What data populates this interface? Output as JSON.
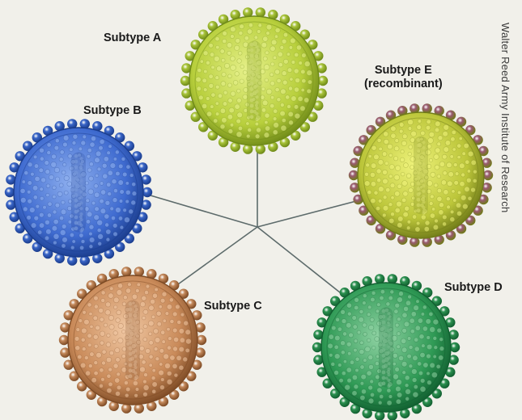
{
  "labels": {
    "subtype_a": "Subtype A",
    "subtype_b": "Subtype B",
    "subtype_c": "Subtype C",
    "subtype_d": "Subtype D",
    "subtype_e_line1": "Subtype E",
    "subtype_e_line2": "(recombinant)"
  },
  "credit": "Walter Reed Army Institute of Research",
  "colors": {
    "background": "#f1f0ea",
    "connector": "#5d6b6b",
    "subtype_a": {
      "light": "#e6f08a",
      "mid": "#b8cf3c",
      "dark": "#6f8a18",
      "knob": "#a9c43a"
    },
    "subtype_b": {
      "light": "#8fb0ef",
      "mid": "#3f6bd0",
      "dark": "#1a3c8c",
      "knob": "#3a66c8"
    },
    "subtype_c": {
      "light": "#f0c7a2",
      "mid": "#c98a59",
      "dark": "#7d4a24",
      "knob": "#c58a5c"
    },
    "subtype_d": {
      "light": "#8fd2a3",
      "mid": "#2f9a55",
      "dark": "#115f30",
      "knob": "#2c9150"
    },
    "subtype_e": {
      "light": "#eef27a",
      "mid": "#bcc63a",
      "dark": "#6f7a18",
      "knob": "#9a5a72"
    }
  }
}
